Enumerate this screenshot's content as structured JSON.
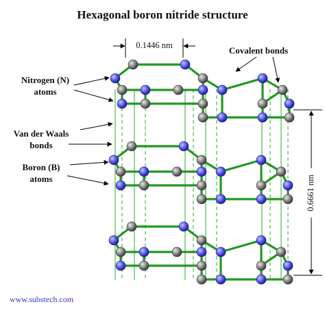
{
  "title": "Hexagonal boron nitride structure",
  "labels": {
    "nitrogen_line1": "Nitrogen (N)",
    "nitrogen_line2": "atoms",
    "vdw_line1": "Van der Waals",
    "vdw_line2": "bonds",
    "boron_line1": "Boron (B)",
    "boron_line2": "atoms",
    "covalent": "Covalent bonds"
  },
  "dimensions": {
    "bond_length": "0.1446 nm",
    "interlayer": "0.6661 nm"
  },
  "footer": "www.substech.com",
  "colors": {
    "nitrogen": "#5a5af0",
    "boron": "#8a8a8a",
    "covalent_bond": "#1f9a1f",
    "vdw_bond": "#2aa82a"
  }
}
